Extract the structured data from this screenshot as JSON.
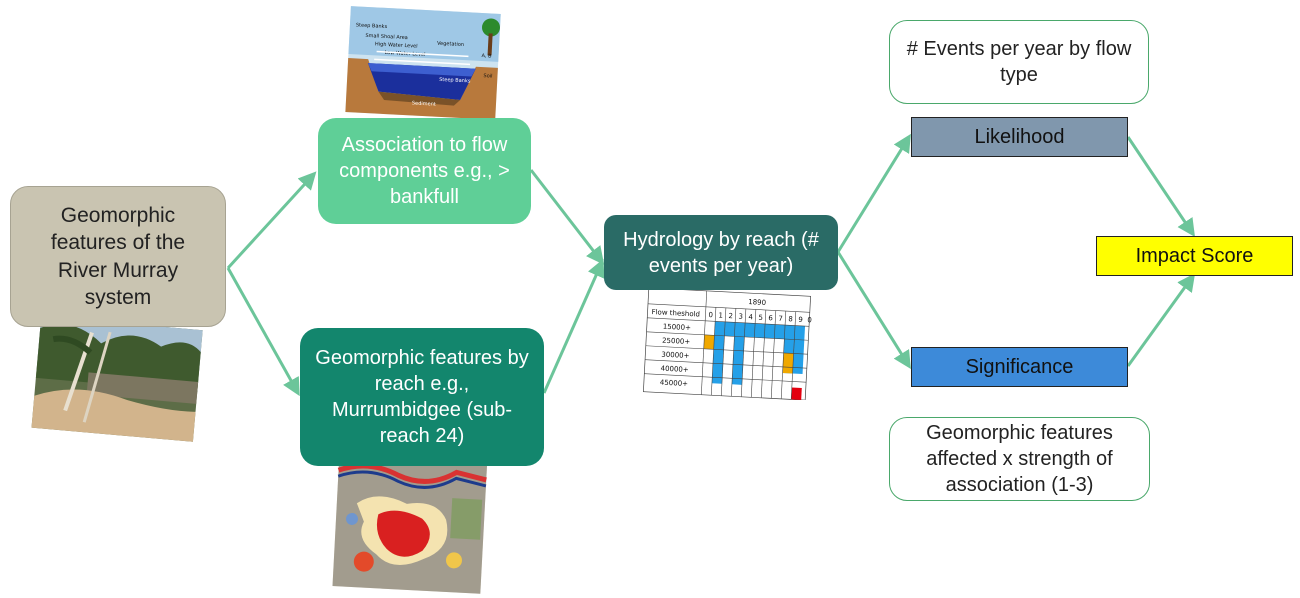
{
  "nodes": {
    "geomorphic_features": "Geomorphic features of the River Murray system",
    "association": "Association to flow components e.g., > bankfull",
    "features_by_reach": "Geomorphic features by reach e.g., Murrumbidgee (sub-reach 24)",
    "hydrology": "Hydrology by reach (# events per year)",
    "events_per_year": "# Events per year by flow type",
    "likelihood": "Likelihood",
    "significance": "Significance",
    "impact_score": "Impact Score",
    "features_affected": "Geomorphic features affected x strength of association (1-3)"
  },
  "cross_section": {
    "labels": [
      "Steep Banks",
      "Small Shoal Area",
      "High Water Level",
      "Low Water Level",
      "Vegetation",
      "Steep Banks",
      "Sediment",
      "Soil",
      "A, B"
    ]
  },
  "flow_table": {
    "header_label": "Flow theshold",
    "year": "1890",
    "digits": [
      "0",
      "1",
      "2",
      "3",
      "4",
      "5",
      "6",
      "7",
      "8",
      "9",
      "0"
    ],
    "rows": [
      "15000+",
      "25000+",
      "30000+",
      "40000+",
      "45000+"
    ]
  },
  "colors": {
    "arrow": "#6cc59a",
    "blue_cell": "#25a0e8",
    "orange_cell": "#f0a800",
    "red_cell": "#e3000f"
  }
}
